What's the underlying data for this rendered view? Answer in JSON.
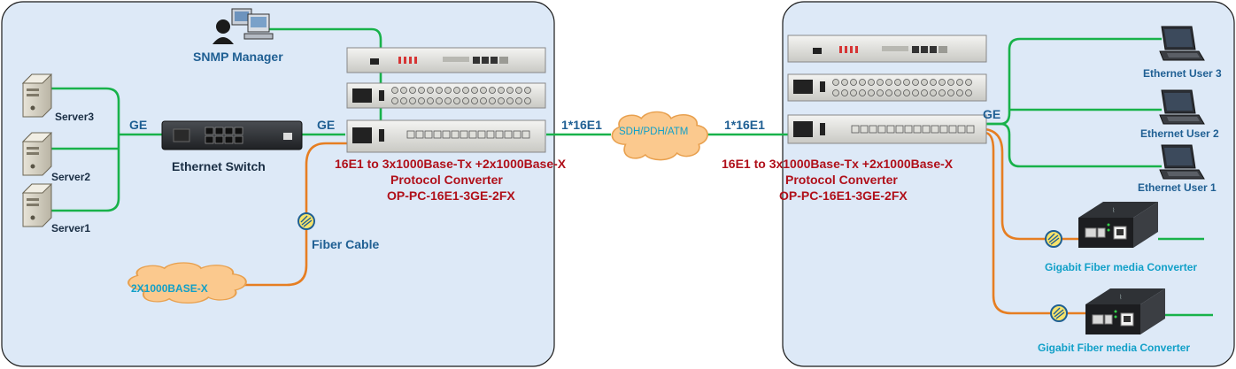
{
  "left_site": {
    "snmp_label": "SNMP Manager",
    "servers": [
      "Server3",
      "Server2",
      "Server1"
    ],
    "ge_left": "GE",
    "switch_label": "Ethernet Switch",
    "ge_device": "GE",
    "converter_lines": [
      "16E1 to 3x1000Base-Tx +2x1000Base-X",
      "Protocol Converter",
      "OP-PC-16E1-3GE-2FX"
    ],
    "fiber_label": "Fiber Cable",
    "cloud_label": "2X1000BASE-X"
  },
  "middle": {
    "link_left": "1*16E1",
    "cloud_label": "SDH/PDH/ATM",
    "link_right": "1*16E1"
  },
  "right_site": {
    "converter_lines": [
      "16E1 to 3x1000Base-Tx +2x1000Base-X",
      "Protocol Converter",
      "OP-PC-16E1-3GE-2FX"
    ],
    "ge_label": "GE",
    "users": [
      "Ethernet User 3",
      "Ethernet User 2",
      "Ethernet User 1"
    ],
    "media_converters": [
      "Gigabit Fiber media Converter",
      "Gigabit Fiber media Converter"
    ]
  },
  "colors": {
    "panel_bg": "#dde9f7",
    "panel_border": "#1b1b1b",
    "ethernet_line": "#18b24a",
    "fiber_line": "#e67e22",
    "cloud_fill": "#fbc98e",
    "label_blue": "#1f5f93",
    "label_cyan": "#11a0c8",
    "label_red": "#b0101a"
  },
  "icons": [
    "server-icon",
    "computer-icon",
    "laptop-icon",
    "switch-icon",
    "rack-device-icon",
    "fiber-connector-icon",
    "cloud-icon",
    "media-converter-icon"
  ]
}
